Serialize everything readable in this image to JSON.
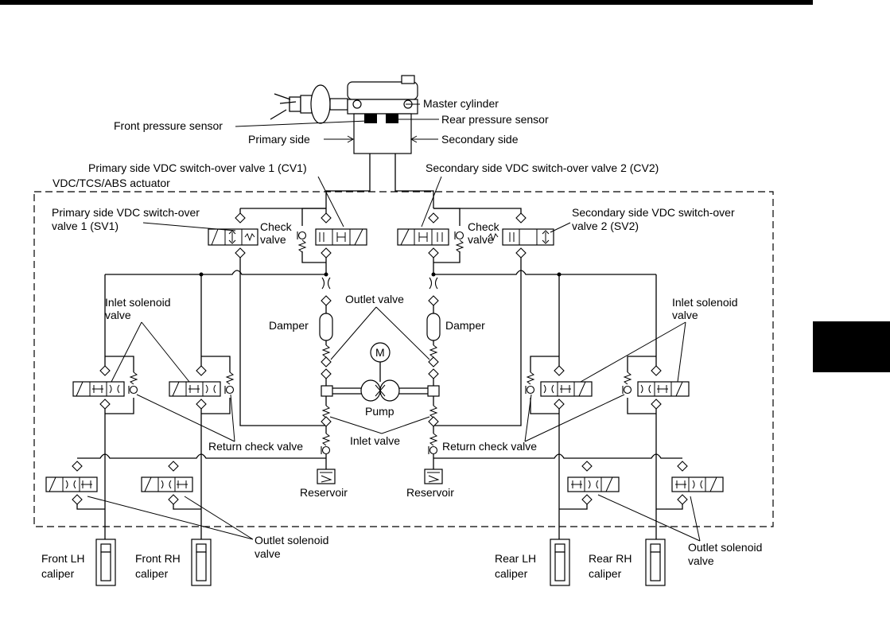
{
  "labels": {
    "master_cylinder": "Master cylinder",
    "front_pressure_sensor": "Front pressure sensor",
    "rear_pressure_sensor": "Rear pressure sensor",
    "primary_side": "Primary side",
    "secondary_side": "Secondary side",
    "cv1": "Primary side VDC switch-over valve 1 (CV1)",
    "cv2": "Secondary side VDC switch-over valve 2 (CV2)",
    "actuator": "VDC/TCS/ABS actuator",
    "sv1_line1": "Primary side VDC switch-over",
    "sv1_line2": "valve 1 (SV1)",
    "sv2_line1": "Secondary side VDC switch-over",
    "sv2_line2": "valve 2 (SV2)",
    "check_valve_line1": "Check",
    "check_valve_line2": "valve",
    "outlet_valve": "Outlet valve",
    "inlet_solenoid_line1": "Inlet solenoid",
    "inlet_solenoid_line2": "valve",
    "damper": "Damper",
    "motor": "M",
    "pump": "Pump",
    "inlet_valve": "Inlet valve",
    "return_check_valve": "Return check valve",
    "reservoir": "Reservoir",
    "outlet_solenoid_line1": "Outlet solenoid",
    "outlet_solenoid_line2": "valve",
    "front_lh_line1": "Front LH",
    "front_rh_line1": "Front RH",
    "rear_lh_line1": "Rear  LH",
    "rear_rh_line1": "Rear  RH",
    "caliper": "caliper"
  }
}
